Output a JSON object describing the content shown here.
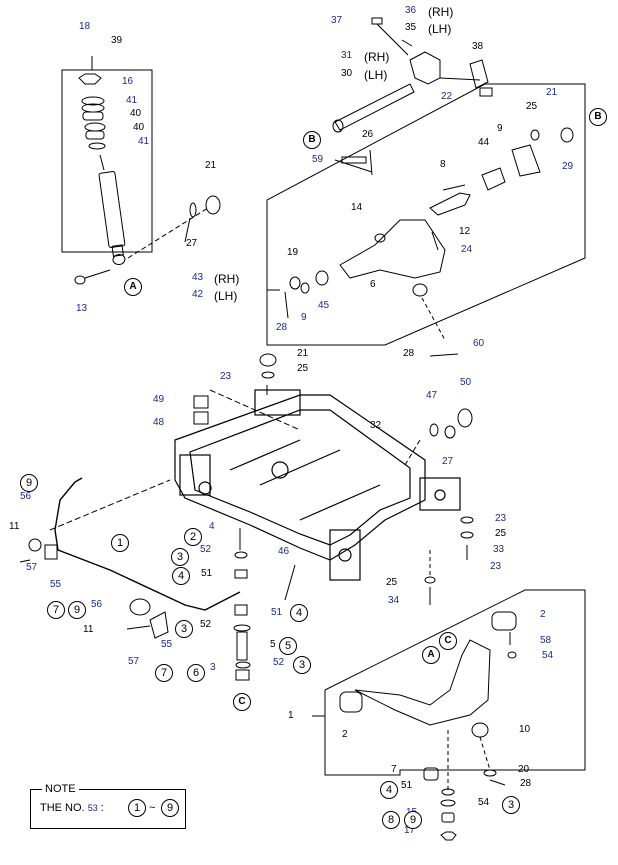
{
  "labels": {
    "p18": "18",
    "p39": "39",
    "p16": "16",
    "p41a": "41",
    "p40a": "40",
    "p40b": "40",
    "p41b": "41",
    "p21a": "21",
    "p27a": "27",
    "p13": "13",
    "p37": "37",
    "p36": "36",
    "p35": "35",
    "p31": "31",
    "p30": "30",
    "p38": "38",
    "p22": "22",
    "p25a": "25",
    "p21b": "21",
    "p29": "29",
    "p26": "26",
    "p59": "59",
    "p9a": "9",
    "p44": "44",
    "p8": "8",
    "p14": "14",
    "p12": "12",
    "p24": "24",
    "p19": "19",
    "p43": "43",
    "p42": "42",
    "p6": "6",
    "p9b": "9",
    "p45": "45",
    "p28a": "28",
    "p28b": "28",
    "p60": "60",
    "p21c": "21",
    "p25b": "25",
    "p23a": "23",
    "p49": "49",
    "p48": "48",
    "p32": "32",
    "p47": "47",
    "p50": "50",
    "p27b": "27",
    "p56a": "56",
    "p11a": "11",
    "p57a": "57",
    "p55a": "55",
    "p4a": "4",
    "p52a": "52",
    "p51a": "51",
    "p46": "46",
    "p23b": "23",
    "p25c": "25",
    "p33": "33",
    "p23c": "23",
    "p25d": "25",
    "p34": "34",
    "p56b": "56",
    "p11b": "11",
    "p55b": "55",
    "p57b": "57",
    "p51b": "51",
    "p52b": "52",
    "p5": "5",
    "p52c": "52",
    "p3a": "3",
    "p1": "1",
    "p2a": "2",
    "p58": "58",
    "p54a": "54",
    "p2b": "2",
    "p10": "10",
    "p7": "7",
    "p20": "20",
    "p51c": "51",
    "p28c": "28",
    "p54b": "54",
    "p15": "15",
    "p17": "17"
  },
  "side_labels": {
    "rh1": "(RH)",
    "lh1": "(LH)",
    "rh2": "(RH)",
    "lh2": "(LH)",
    "rh3": "(RH)",
    "lh3": "(LH)"
  },
  "refs": {
    "A1": "A",
    "A2": "A",
    "B1": "B",
    "B2": "B",
    "C1": "C",
    "C2": "C",
    "g1": "1",
    "g2": "2",
    "g3a": "3",
    "g3b": "3",
    "g3c": "3",
    "g3d": "3",
    "g4a": "4",
    "g4b": "4",
    "g4c": "4",
    "g5": "5",
    "g6": "6",
    "g7a": "7",
    "g7b": "7",
    "g8": "8",
    "g9a": "9",
    "g9b": "9",
    "g9c": "9",
    "n1": "1",
    "n9": "9"
  },
  "note": {
    "title": "NOTE",
    "text": "THE NO.",
    "num": "53",
    "sep": ":",
    "tilde": "~"
  }
}
